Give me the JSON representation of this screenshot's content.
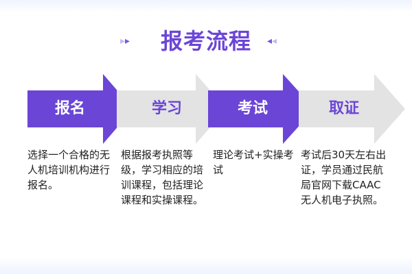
{
  "title": "报考流程",
  "colors": {
    "active_arrow": "#6b45d6",
    "inactive_arrow": "#e3e3e3",
    "title": "#6b45d6"
  },
  "steps": [
    {
      "label": "报名",
      "active": true,
      "description": "选择一个合格的无人机培训机构进行报名。"
    },
    {
      "label": "学习",
      "active": false,
      "description": "根据报考执照等级，学习相应的培训课程，包括理论课程和实操课程。"
    },
    {
      "label": "考试",
      "active": true,
      "description": "理论考试+实操考试"
    },
    {
      "label": "取证",
      "active": false,
      "description": "考试后30天左右出证，学员通过民航局官网下载CAAC无人机电子执照。"
    }
  ]
}
